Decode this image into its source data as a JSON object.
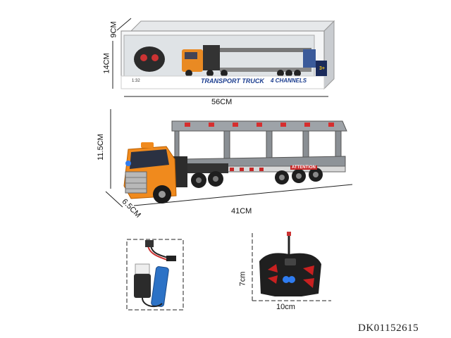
{
  "box": {
    "title": "TRANSPORT TRUCK",
    "channels": "4 CHANNELS",
    "scale": "1:32",
    "age": "3+",
    "dims": {
      "depth": "9CM",
      "height": "14CM",
      "width": "56CM"
    }
  },
  "truck": {
    "warning_label": "ATTENTION",
    "dims": {
      "height": "11.5CM",
      "depth": "6.5CM",
      "length": "41CM"
    }
  },
  "remote": {
    "dims": {
      "height": "7cm",
      "width": "10cm"
    }
  },
  "product_code": "DK01152615"
}
